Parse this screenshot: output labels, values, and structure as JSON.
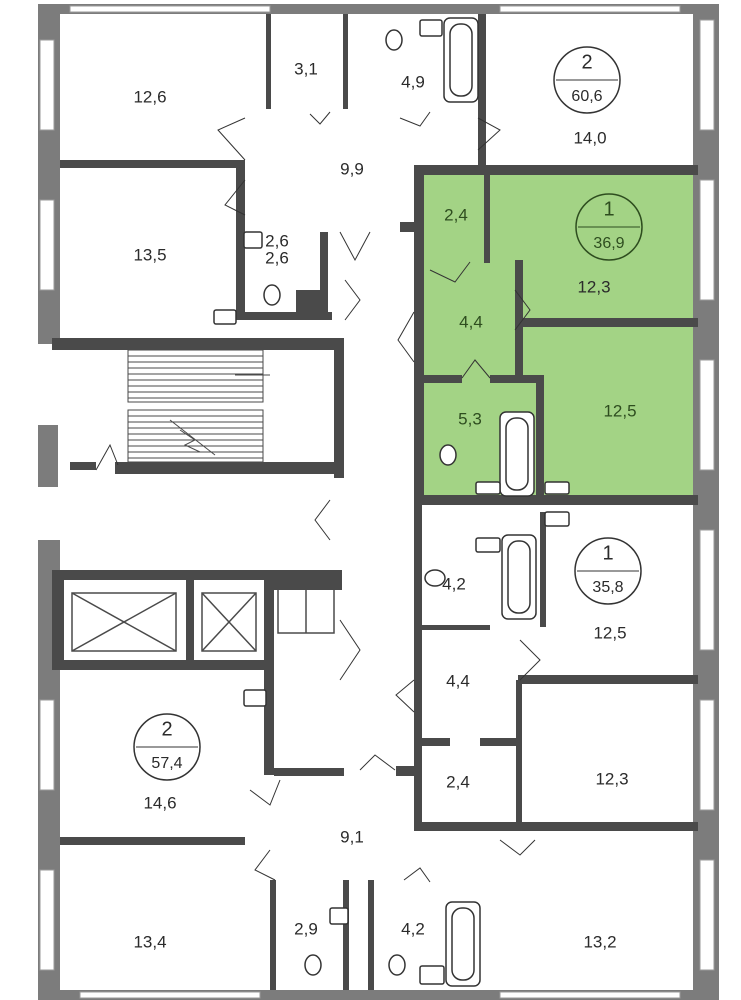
{
  "colors": {
    "wall": "#4a4a4a",
    "outer_wall": "#7c7c7c",
    "highlight": "#a3d385",
    "line": "#333333"
  },
  "apartments": [
    {
      "rooms": "2",
      "area": "60,6"
    },
    {
      "rooms": "1",
      "area": "36,9"
    },
    {
      "rooms": "1",
      "area": "35,8"
    },
    {
      "rooms": "2",
      "area": "57,4"
    }
  ],
  "room_areas": {
    "r1": "12,6",
    "r2": "3,1",
    "r3": "4,9",
    "r4": "14,0",
    "r5": "9,9",
    "r6": "13,5",
    "r7": "2,6",
    "r8": "2,6",
    "r9": "2,4",
    "r10": "12,3",
    "r11": "4,4",
    "r12": "5,3",
    "r13": "12,5",
    "r14": "4,2",
    "r15": "12,5",
    "r16": "4,4",
    "r17": "12,3",
    "r18": "2,4",
    "r19": "14,6",
    "r20": "9,1",
    "r21": "13,4",
    "r22": "2,9",
    "r23": "4,2",
    "r24": "13,2"
  }
}
